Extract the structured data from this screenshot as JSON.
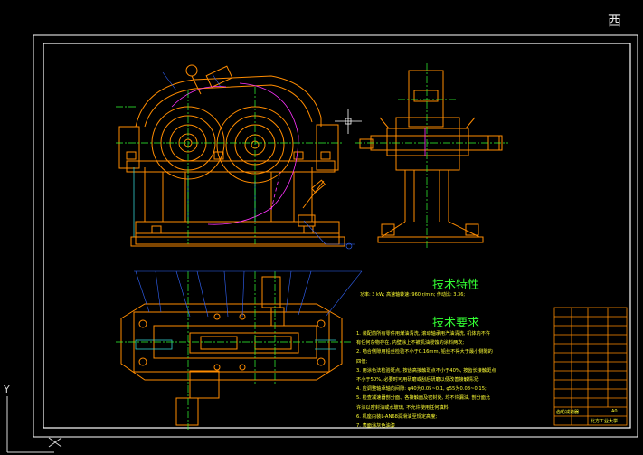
{
  "compass_label": "西",
  "ucs": {
    "y_label": "Y"
  },
  "notes": {
    "tech_features_title": "技术特性",
    "tech_features_line": "功率: 3 kW;  高速轴转速: 960 r/min;  传动比: 3.36;",
    "tech_requirements_title": "技术要求",
    "requirements": [
      "1. 装配前所有零件用煤油清洗, 滚动轴承用汽油清洗, 机体内不许",
      "有任何杂物存在, 内壁涂上不被机油浸蚀的涂料两次;",
      "2. 啮合侧隙用铅丝检验不小于0.16mm, 铅丝不得大于最小侧隙的",
      "四倍;",
      "3. 用涂色法检验斑点, 按齿高接触斑点不小于40%, 按齿长接触斑点",
      "不小于50%, 必要时可用研磨或刮后研磨以便改善接触情况;",
      "4. 应调整轴承轴向间隙: φ40为0.05~0.1, φ55为0.08~0.15;",
      "5. 检查减速器剖分面、各接触面及密封处, 均不许漏油, 剖分面允",
      "许涂以密封油或水玻璃, 不允许使用任何填料;",
      "6. 机座内装L-AN68润滑油至规定高度;",
      "7. 表面涂灰色油漆"
    ]
  },
  "title_block": {
    "drawing_name": "齿轮减速器",
    "sheet": "A0",
    "school": "北方工业大学"
  },
  "colors": {
    "drawing_orange": "#ff8c00",
    "centerline_green": "#33ff33",
    "magenta": "#ff33ff",
    "cyan": "#33cccc",
    "border_white": "#ffffff",
    "text_yellow": "#ffff33"
  }
}
